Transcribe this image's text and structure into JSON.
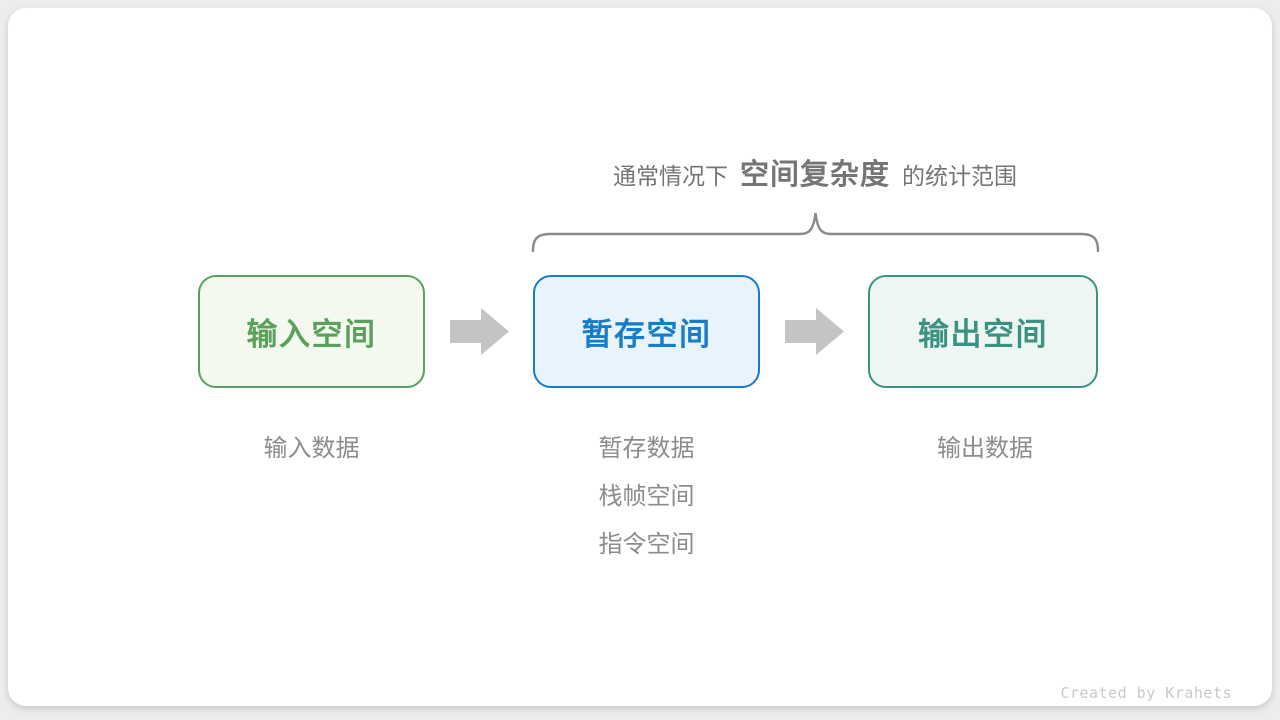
{
  "page": {
    "background_color": "#ededed",
    "card_color": "#ffffff"
  },
  "heading": {
    "prefix": "通常情况下",
    "emphasis": "空间复杂度",
    "suffix": "的统计范围",
    "text_color": "#757575"
  },
  "brace": {
    "color": "#8a8a8a"
  },
  "boxes": [
    {
      "label": "输入空间",
      "text_color": "#5ba15b",
      "border_color": "#5ba15b",
      "bg_color": "#f3f9ef"
    },
    {
      "label": "暂存空间",
      "text_color": "#177cc9",
      "border_color": "#177cc9",
      "bg_color": "#e9f3fc"
    },
    {
      "label": "输出空间",
      "text_color": "#3b9283",
      "border_color": "#3b9283",
      "bg_color": "#edf6f2"
    }
  ],
  "arrows": {
    "color": "#c4c4c4"
  },
  "notes": {
    "input": [
      "输入数据"
    ],
    "temp": [
      "暂存数据",
      "栈帧空间",
      "指令空间"
    ],
    "output": [
      "输出数据"
    ],
    "text_color": "#8c8c8c"
  },
  "footer": {
    "credit": "Created by Krahets",
    "text_color": "#c9c9c9"
  }
}
